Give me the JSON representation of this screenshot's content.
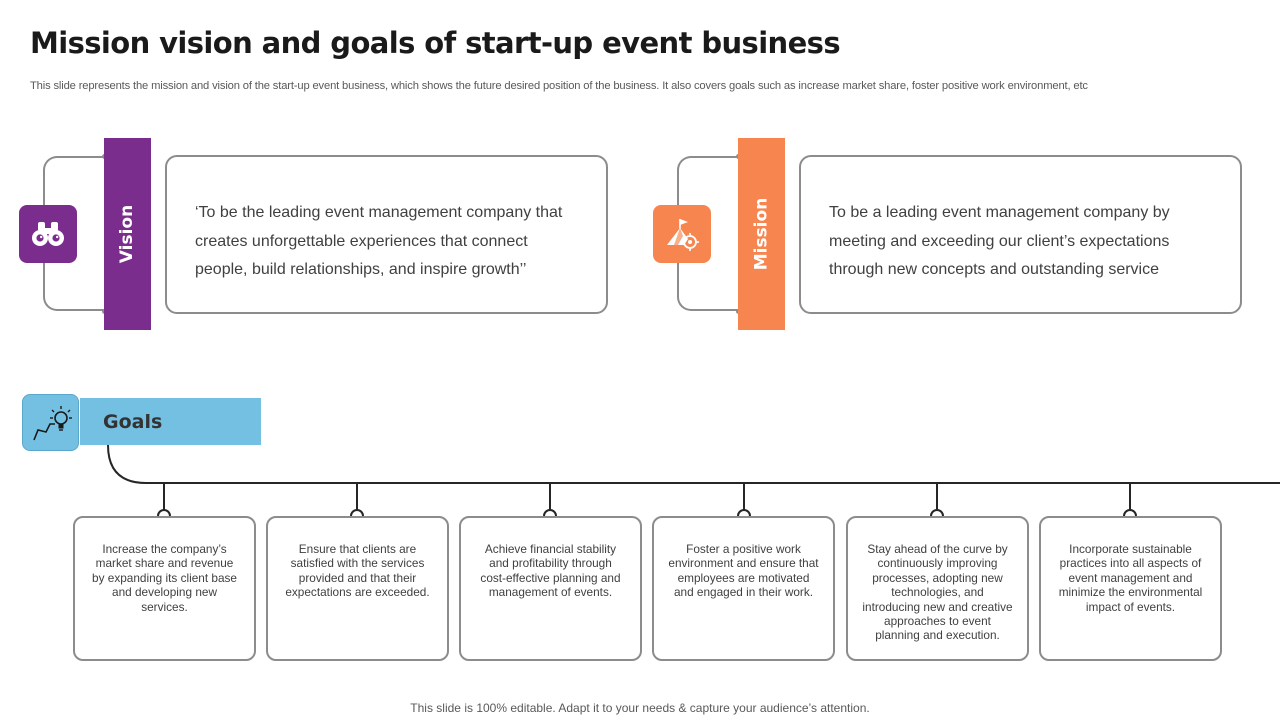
{
  "slide": {
    "title": "Mission vision and goals of start-up event business",
    "subtitle": "This slide represents the mission and vision of the start-up event business, which shows the future desired position of the business. It also covers goals such as increase market share, foster positive work environment, etc"
  },
  "vision": {
    "label": "Vision",
    "icon": "binoculars-icon",
    "color": "#7b2d8e",
    "text": "‘To be the leading event management company that creates unforgettable experiences that connect people, build relationships, and inspire growth’’"
  },
  "mission": {
    "label": "Mission",
    "icon": "mountain-flag-target-icon",
    "color": "#f7854f",
    "text": "To be a leading event management company by meeting and exceeding our client’s expectations through new concepts and outstanding service"
  },
  "goals": {
    "label": "Goals",
    "icon": "lightbulb-growth-icon",
    "color": "#74c0e2",
    "items": [
      "Increase the company’s market share and revenue by expanding its client base and developing new services.",
      "Ensure that clients are satisfied with the services provided and that their expectations are exceeded.",
      "Achieve financial stability and profitability through cost-effective planning and management of events.",
      "Foster a positive work environment and ensure that employees are motivated and engaged in their work.",
      "Stay ahead of the curve by continuously improving processes, adopting new technologies, and introducing new and creative approaches to event planning and execution.",
      "Incorporate sustainable practices into all aspects of event management and minimize the environmental impact of events."
    ]
  },
  "footer": "This slide is 100% editable. Adapt it to your needs & capture your audience’s attention."
}
